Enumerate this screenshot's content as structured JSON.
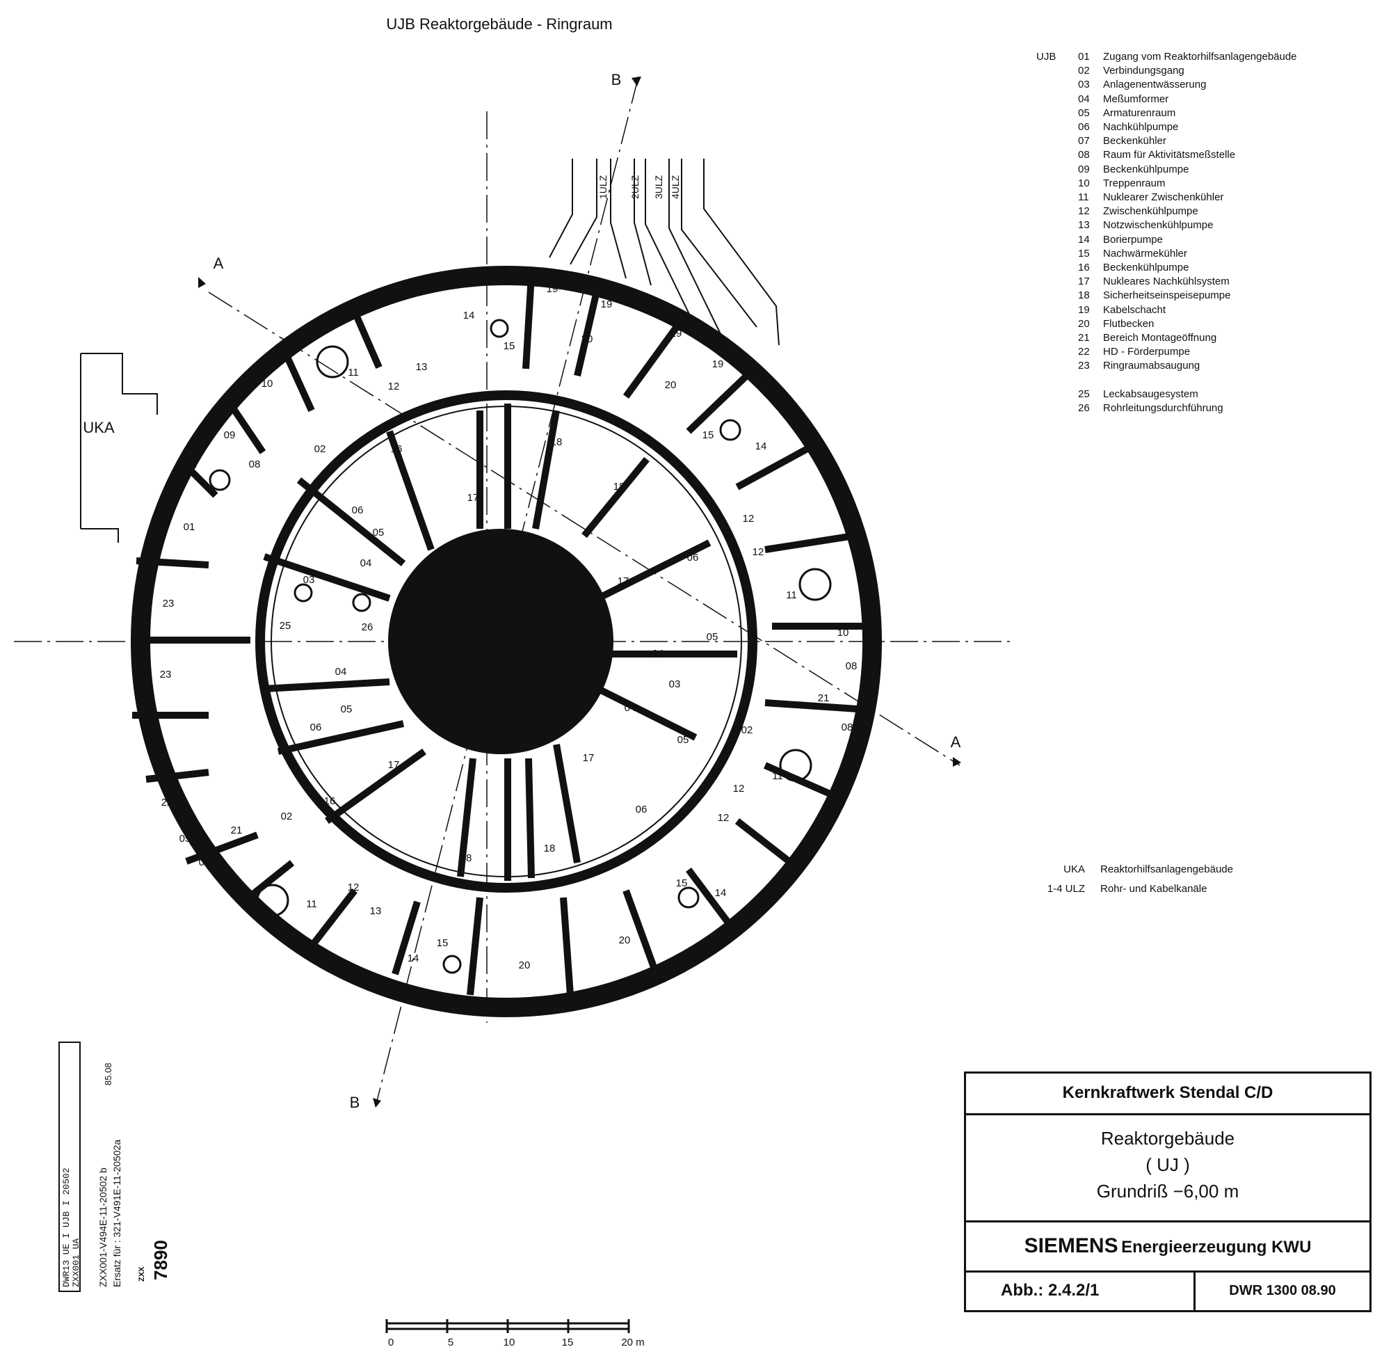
{
  "drawing": {
    "top_title": "UJB  Reaktorgebäude - Ringraum",
    "building_label": "UKA",
    "section_labels": {
      "a": "A",
      "b": "B"
    },
    "channels": [
      "1ULZ",
      "2ULZ",
      "3ULZ",
      "4ULZ"
    ],
    "rooms": {
      "r01": "01",
      "r02": "02",
      "r03": "03",
      "r04": "04",
      "r05": "05",
      "r06": "06",
      "r07": "07",
      "r08": "08",
      "r09": "09",
      "r10": "10",
      "r11": "11",
      "r12": "12",
      "r13": "13",
      "r14": "14",
      "r15": "15",
      "r16": "16",
      "r17": "17",
      "r18": "18",
      "r19": "19",
      "r20": "20",
      "r21": "21",
      "r22": "22",
      "r23": "23",
      "r25": "25",
      "r26": "26"
    },
    "scale_bar": {
      "ticks": [
        "0",
        "5",
        "10",
        "15",
        "20 m"
      ]
    }
  },
  "legend": {
    "group": "UJB",
    "items": [
      {
        "code": "01",
        "label": "Zugang vom Reaktorhilfsanlagengebäude"
      },
      {
        "code": "02",
        "label": "Verbindungsgang"
      },
      {
        "code": "03",
        "label": "Anlagenentwässerung"
      },
      {
        "code": "04",
        "label": "Meßumformer"
      },
      {
        "code": "05",
        "label": "Armaturenraum"
      },
      {
        "code": "06",
        "label": "Nachkühlpumpe"
      },
      {
        "code": "07",
        "label": "Beckenkühler"
      },
      {
        "code": "08",
        "label": "Raum für Aktivitätsmeßstelle"
      },
      {
        "code": "09",
        "label": "Beckenkühlpumpe"
      },
      {
        "code": "10",
        "label": "Treppenraum"
      },
      {
        "code": "11",
        "label": "Nuklearer Zwischenkühler"
      },
      {
        "code": "12",
        "label": "Zwischenkühlpumpe"
      },
      {
        "code": "13",
        "label": "Notzwischenkühlpumpe"
      },
      {
        "code": "14",
        "label": "Borierpumpe"
      },
      {
        "code": "15",
        "label": "Nachwärmekühler"
      },
      {
        "code": "16",
        "label": "Beckenkühlpumpe"
      },
      {
        "code": "17",
        "label": "Nukleares Nachkühlsystem"
      },
      {
        "code": "18",
        "label": "Sicherheitseinspeisepumpe"
      },
      {
        "code": "19",
        "label": "Kabelschacht"
      },
      {
        "code": "20",
        "label": "Flutbecken"
      },
      {
        "code": "21",
        "label": "Bereich Montageöffnung"
      },
      {
        "code": "22",
        "label": "HD - Förderpumpe"
      },
      {
        "code": "23",
        "label": "Ringraumabsaugung"
      }
    ],
    "items_extra": [
      {
        "code": "25",
        "label": "Leckabsaugesystem"
      },
      {
        "code": "26",
        "label": "Rohrleitungsdurchführung"
      }
    ],
    "abbreviations": [
      {
        "key": "UKA",
        "label": "Reaktorhilfsanlagengebäude"
      },
      {
        "key": "1-4 ULZ",
        "label": "Rohr- und Kabelkanäle"
      }
    ]
  },
  "title_block": {
    "plant": "Kernkraftwerk Stendal C/D",
    "building": "Reaktorgebäude",
    "code": "( UJ )",
    "plan": "Grundriß  −6,00 m",
    "company": "SIEMENS",
    "division": "Energieerzeugung  KWU",
    "figure": "Abb.: 2.4.2/1",
    "doc": "DWR 1300   08.90"
  },
  "stamp": {
    "field1": "DWR13  UE  I  UJB  I  20502",
    "field2": "ZXX001  UA",
    "date": "85.08",
    "ref1": "ZXX001-V494E-11-20502 b",
    "ref2": "Ersatz für : 321-V491E-11-20502a",
    "number": "7890",
    "prefix": "ZXX"
  }
}
